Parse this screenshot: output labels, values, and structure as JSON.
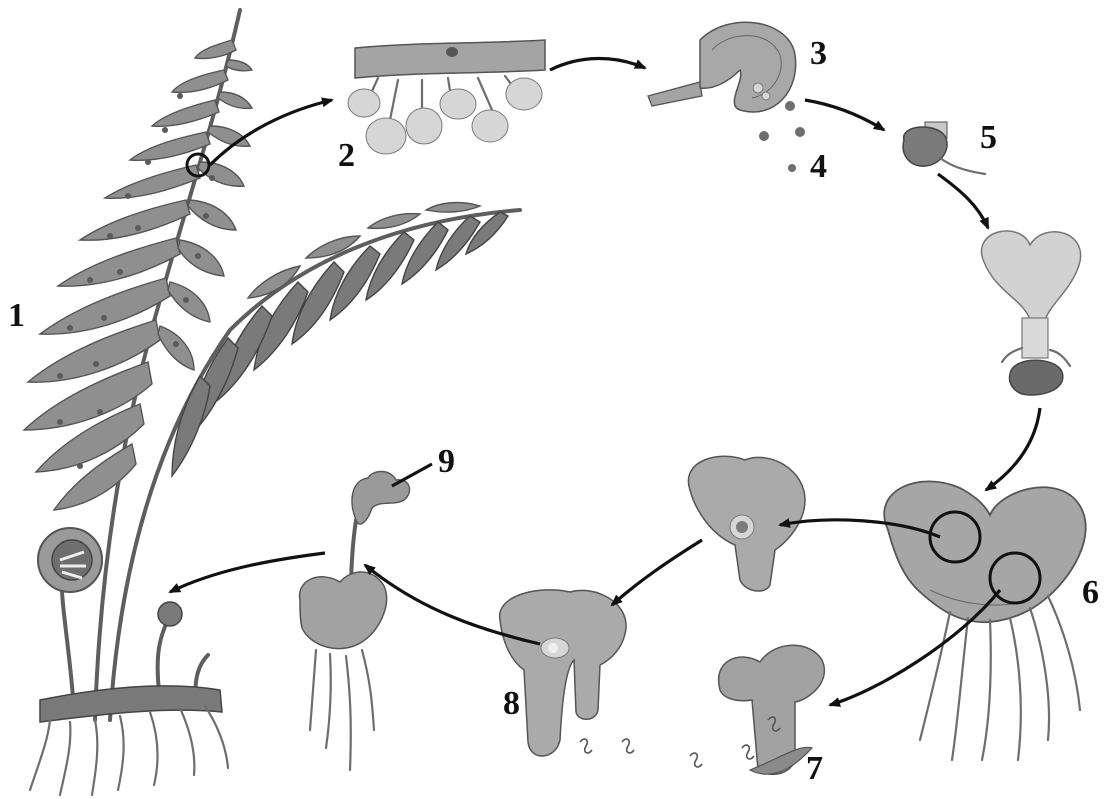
{
  "diagram": {
    "stage_labels": [
      "1",
      "2",
      "3",
      "4",
      "5",
      "6",
      "7",
      "8",
      "9"
    ]
  },
  "colors": {
    "background": "#ffffff",
    "drawing": "#8f8f8f",
    "arrows": "#111111"
  }
}
